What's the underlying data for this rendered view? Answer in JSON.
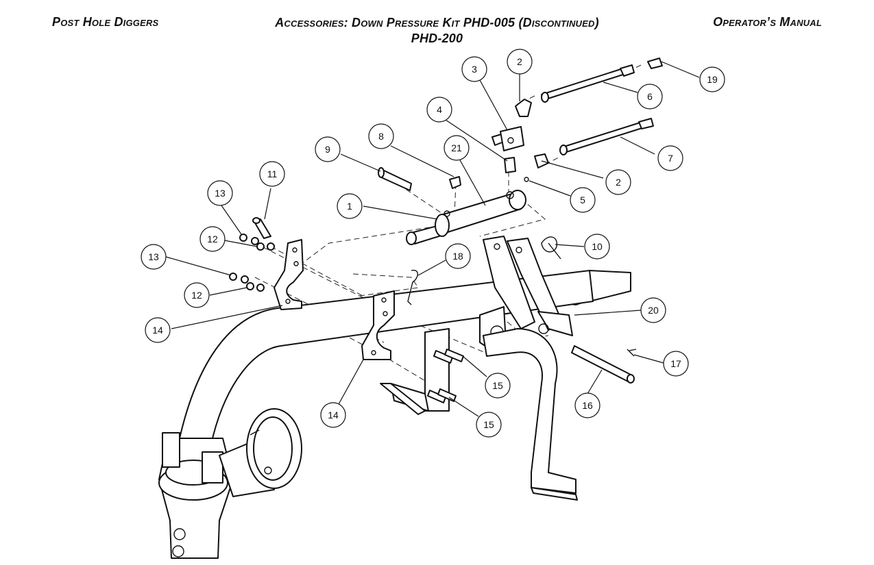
{
  "header": {
    "left": "Post Hole Diggers",
    "center_line1": "Accessories: Down Pressure Kit PHD-005 (Discontinued)",
    "center_line2": "PHD-200",
    "right": "Operator’s Manual"
  },
  "callouts": [
    "1",
    "2",
    "2",
    "3",
    "4",
    "5",
    "6",
    "7",
    "8",
    "9",
    "10",
    "11",
    "12",
    "12",
    "13",
    "13",
    "14",
    "14",
    "15",
    "15",
    "16",
    "17",
    "18",
    "19",
    "20",
    "21"
  ]
}
